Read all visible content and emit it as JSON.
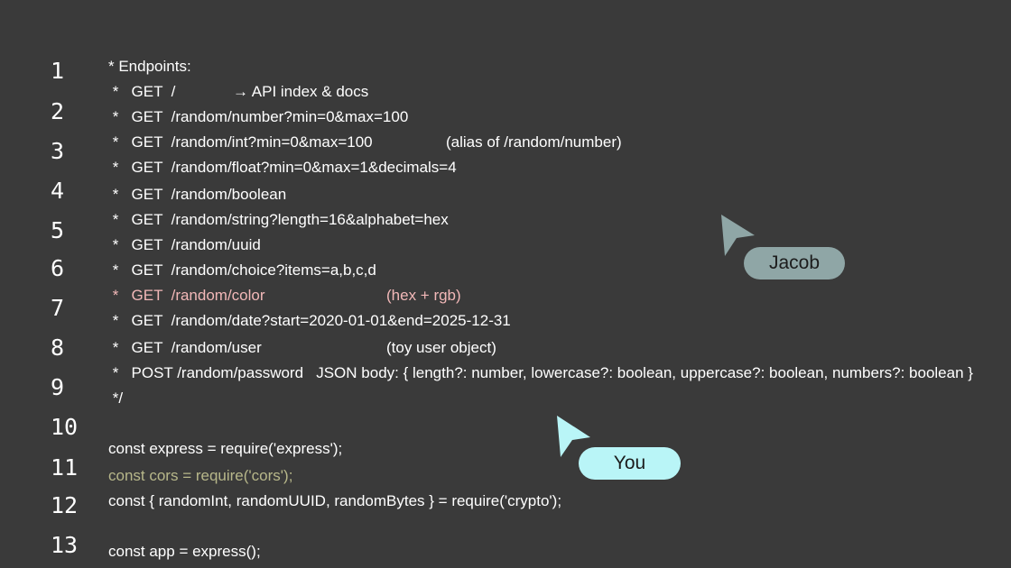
{
  "colors": {
    "background": "#3a3a3a",
    "text": "#ffffff",
    "highlight_pink": "#f2b8b8",
    "highlight_olive": "#b7b78a",
    "cursor_jacob": "#8fa6a6",
    "cursor_you": "#b9f5f7"
  },
  "line_numbers": [
    "1",
    "2",
    "3",
    "4",
    "5",
    "6",
    "7",
    "8",
    "9",
    "10",
    "11",
    "12",
    "13"
  ],
  "code": {
    "l01": "* Endpoints:",
    "l02_a": " *   GET  /",
    "l02_b": "→ API index & docs",
    "l03": " *   GET  /random/number?min=0&max=100",
    "l04_a": " *   GET  /random/int?min=0&max=100",
    "l04_b": "(alias of /random/number)",
    "l05": " *   GET  /random/float?min=0&max=1&decimals=4",
    "l06": " *   GET  /random/boolean",
    "l07": " *   GET  /random/string?length=16&alphabet=hex",
    "l08": " *   GET  /random/uuid",
    "l09": " *   GET  /random/choice?items=a,b,c,d",
    "l10_a": " *   GET  /random/color",
    "l10_b": "(hex + rgb)",
    "l11": " *   GET  /random/date?start=2020-01-01&end=2025-12-31",
    "l12_a": " *   GET  /random/user",
    "l12_b": "(toy user object)",
    "l13": " *   POST /random/password   JSON body: { length?: number, lowercase?: boolean, uppercase?: boolean, numbers?: boolean }",
    "l14": " */",
    "l16": "const express = require('express');",
    "l17": "const cors = require('cors');",
    "l18": "const { randomInt, randomUUID, randomBytes } = require('crypto');",
    "l20": "const app = express();"
  },
  "cursors": {
    "jacob": {
      "label": "Jacob",
      "icon": "pointer-arrow-icon"
    },
    "you": {
      "label": "You",
      "icon": "pointer-arrow-icon"
    }
  }
}
